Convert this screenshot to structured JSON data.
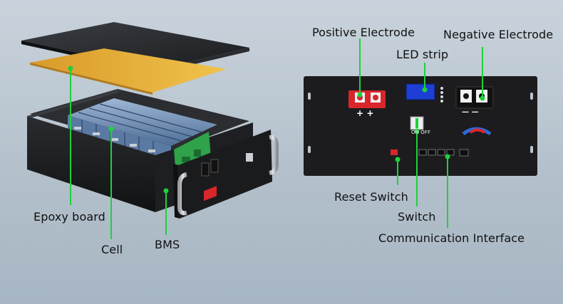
{
  "labels": {
    "epoxy_board": "Epoxy board",
    "cell": "Cell",
    "bms": "BMS",
    "positive_electrode": "Positive Electrode",
    "negative_electrode": "Negative Electrode",
    "led_strip": "LED strip",
    "reset_switch": "Reset Switch",
    "switch": "Switch",
    "communication_interface": "Communication Interface"
  },
  "panel_marks": {
    "plus": "+ +",
    "minus": "— —",
    "on_off": "ON OFF"
  },
  "colors": {
    "leader_line": "#1fd13a",
    "terminal_positive": "#d8262b",
    "terminal_negative": "#1b1b1b",
    "led_screen": "#1d3fd6",
    "epoxy_board": "#e8b63a",
    "bms_board": "#2fa24a",
    "cell": "#6f8fb5",
    "chassis": "#1c1c1e"
  }
}
